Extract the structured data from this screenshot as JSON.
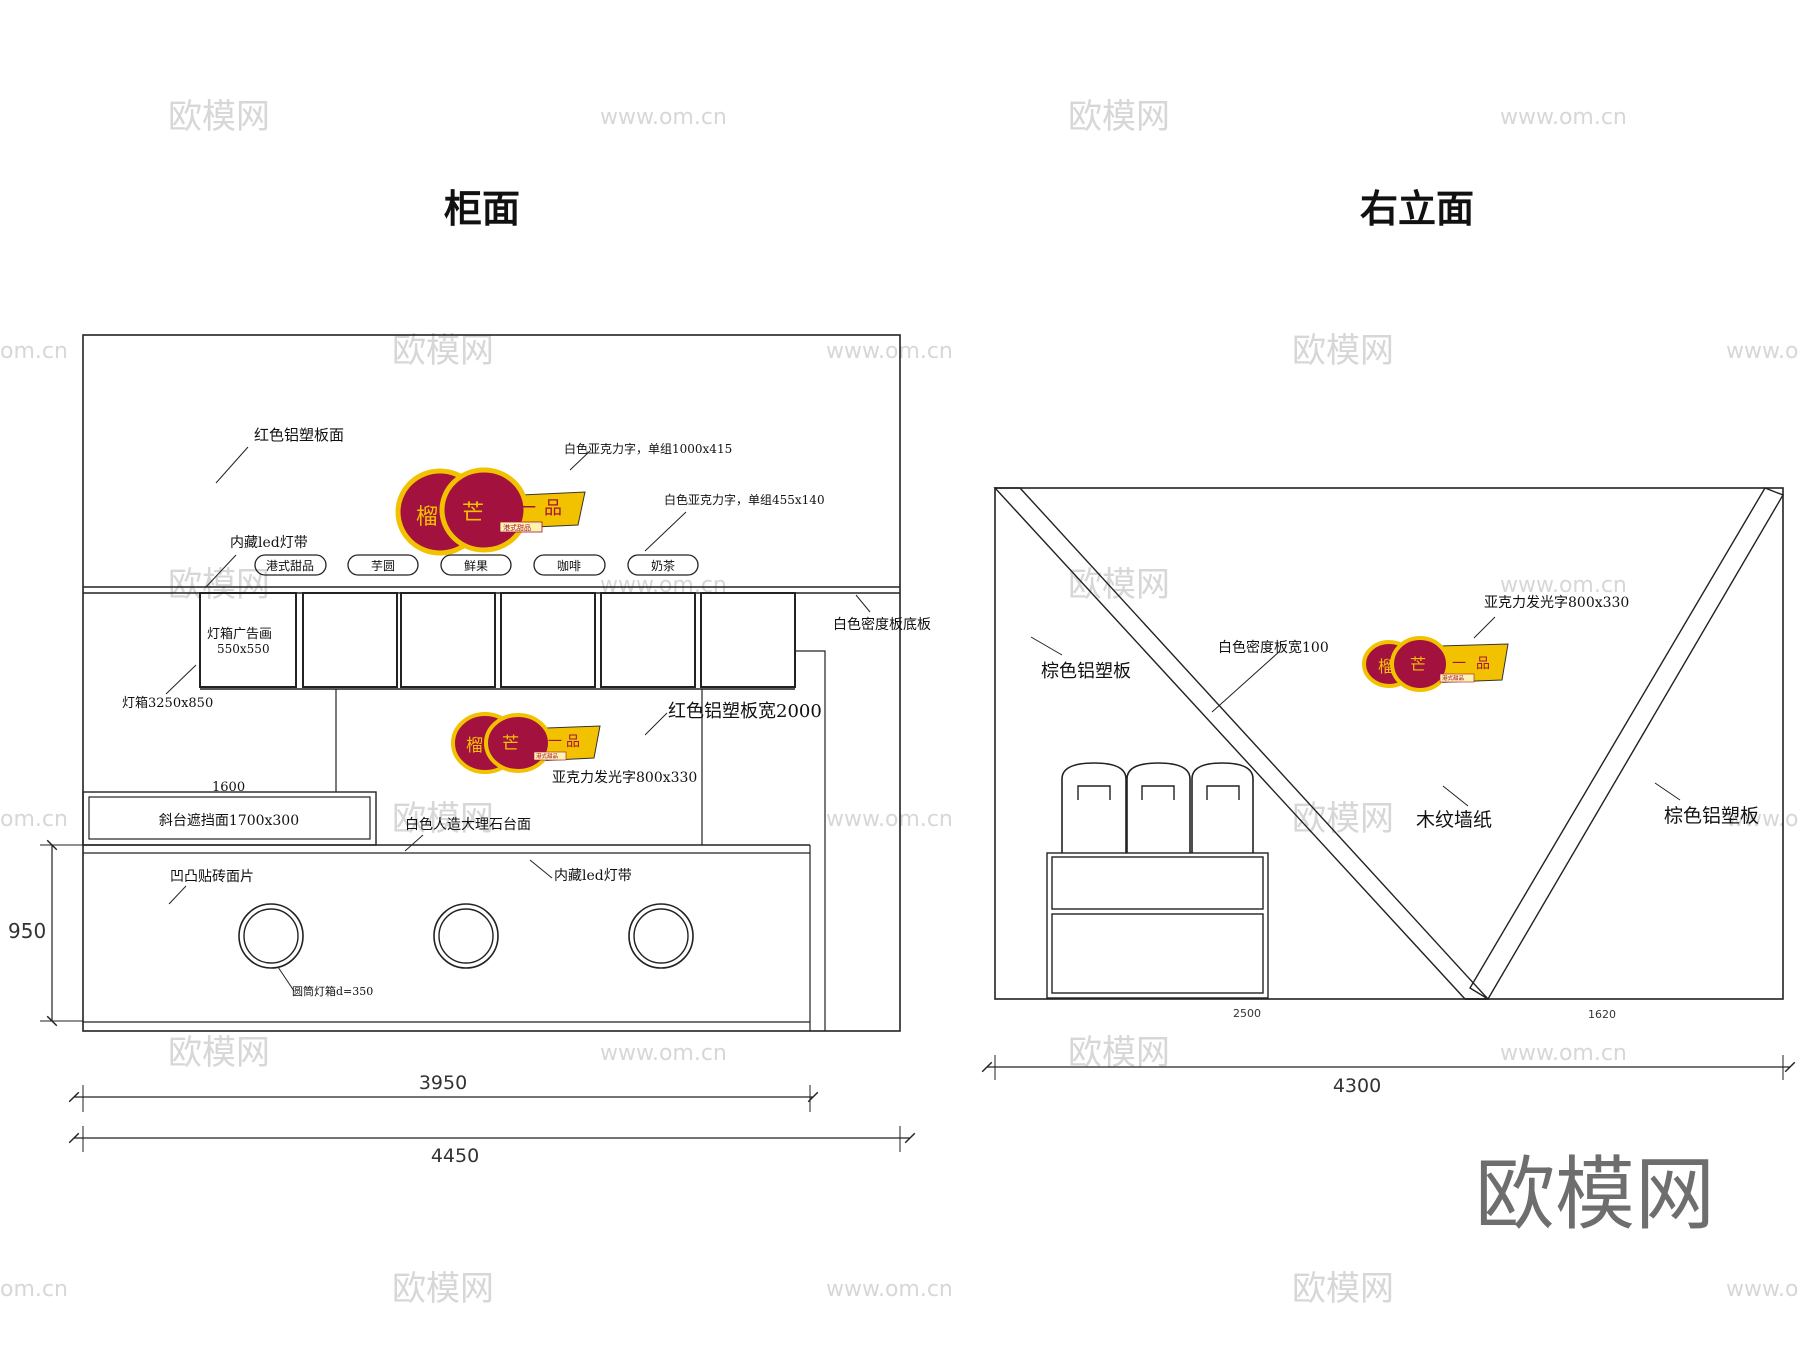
{
  "titles": {
    "left": "柜面",
    "right": "右立面"
  },
  "watermark": {
    "cn": "欧模网",
    "url": "www.om.cn",
    "url_short": "om.cn",
    "brand_big": "欧模网"
  },
  "colors": {
    "sign_red": "#a3123f",
    "sign_yellow": "#f2c200",
    "line": "#222222"
  },
  "logo": {
    "char1": "榴",
    "char2": "芒",
    "char3": "一",
    "char4": "品",
    "tag": "港式甜品"
  },
  "front": {
    "notes": {
      "red_panel": "红色铝塑板面",
      "white_acrylic_1": "白色亚克力字，单组1000x415",
      "white_acrylic_2": "白色亚克力字，单组455x140",
      "led_top": "内藏led灯带",
      "mdf_bottom": "白色密度板底板",
      "lightbox_ad": "灯箱广告画",
      "lightbox_ad_size": "550x550",
      "lightbox": "灯箱3250x850",
      "red_panel_width": "红色铝塑板宽2000",
      "acrylic_glow": "亚克力发光字800x330",
      "dim_1600": "1600",
      "slant_board": "斜台遮挡面1700x300",
      "marble_top": "白色人造大理石台面",
      "tile": "凹凸贴砖面片",
      "led_bottom": "内藏led灯带",
      "round_lamp": "圆筒灯箱d=350"
    },
    "menu": [
      "港式甜品",
      "芋圆",
      "鲜果",
      "咖啡",
      "奶茶"
    ],
    "dims": {
      "height": "950",
      "inner": "3950",
      "total": "4450"
    }
  },
  "right": {
    "notes": {
      "brown_left": "棕色铝塑板",
      "white_mdf": "白色密度板宽100",
      "acrylic_glow": "亚克力发光字800x330",
      "wood_wallpaper": "木纹墙纸",
      "brown_right": "棕色铝塑板"
    },
    "dims": {
      "a": "2500",
      "b": "1620",
      "total": "4300"
    }
  }
}
